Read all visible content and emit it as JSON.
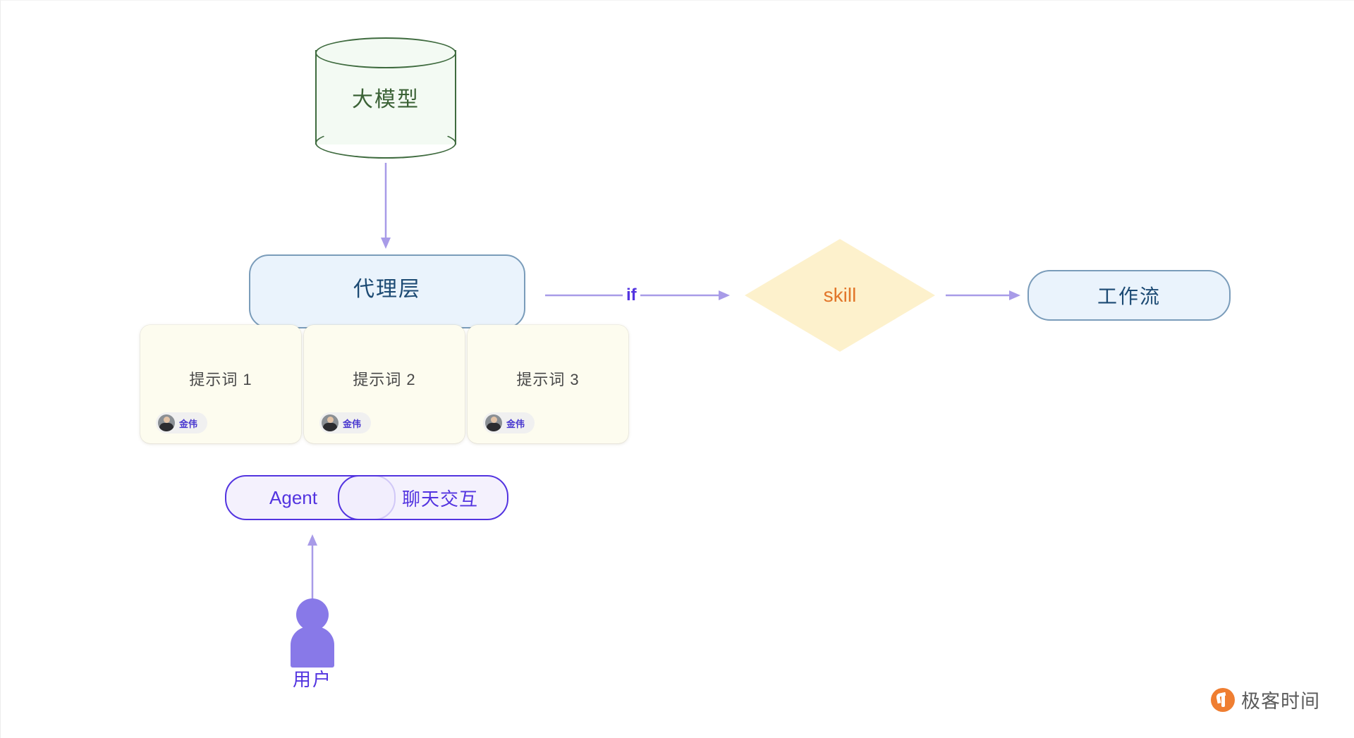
{
  "diagram": {
    "title": "Agent architecture diagram",
    "model_node": {
      "label": "大模型",
      "shape": "cylinder",
      "fill": "#f3faf3",
      "stroke": "#3f6b3f",
      "text_color": "#3b6236"
    },
    "agent_layer": {
      "label": "代理层",
      "shape": "rounded-rect",
      "fill": "#eaf3fc",
      "stroke": "#7a9cba",
      "text_color": "#1c4a73"
    },
    "prompt_cards": [
      {
        "title": "提示词 1",
        "author": "金伟"
      },
      {
        "title": "提示词 2",
        "author": "金伟"
      },
      {
        "title": "提示词 3",
        "author": "金伟"
      }
    ],
    "prompt_card_style": {
      "fill": "#fdfcef",
      "title_color": "#474747",
      "author_color": "#4736cf",
      "pill_fill": "#f0f0f0"
    },
    "venn": {
      "left_label": "Agent",
      "right_label": "聊天交互",
      "stroke": "#5334e0",
      "fill": "#f1eefd"
    },
    "skill_node": {
      "label": "skill",
      "shape": "diamond",
      "fill": "#fdf1cc",
      "text_color": "#e2762a"
    },
    "workflow_node": {
      "label": "工作流",
      "shape": "rounded-pill",
      "fill": "#eaf3fc",
      "stroke": "#7a9cba",
      "text_color": "#1c4a73"
    },
    "user_node": {
      "label": "用户",
      "icon": "person-icon",
      "color": "#8879e8",
      "text_color": "#5334e0"
    },
    "edges": [
      {
        "from": "大模型",
        "to": "代理层",
        "label": "",
        "direction": "down"
      },
      {
        "from": "代理层",
        "to": "skill",
        "label": "if",
        "direction": "right"
      },
      {
        "from": "skill",
        "to": "工作流",
        "label": "",
        "direction": "right"
      },
      {
        "from": "用户",
        "to": "Agent",
        "label": "",
        "direction": "up"
      }
    ],
    "edge_color": "#a89be8",
    "if_label": "if",
    "if_label_color": "#5334e0"
  },
  "watermark": {
    "text": "极客时间",
    "logo_color": "#ef7e31",
    "text_color": "#5b5b5b"
  }
}
